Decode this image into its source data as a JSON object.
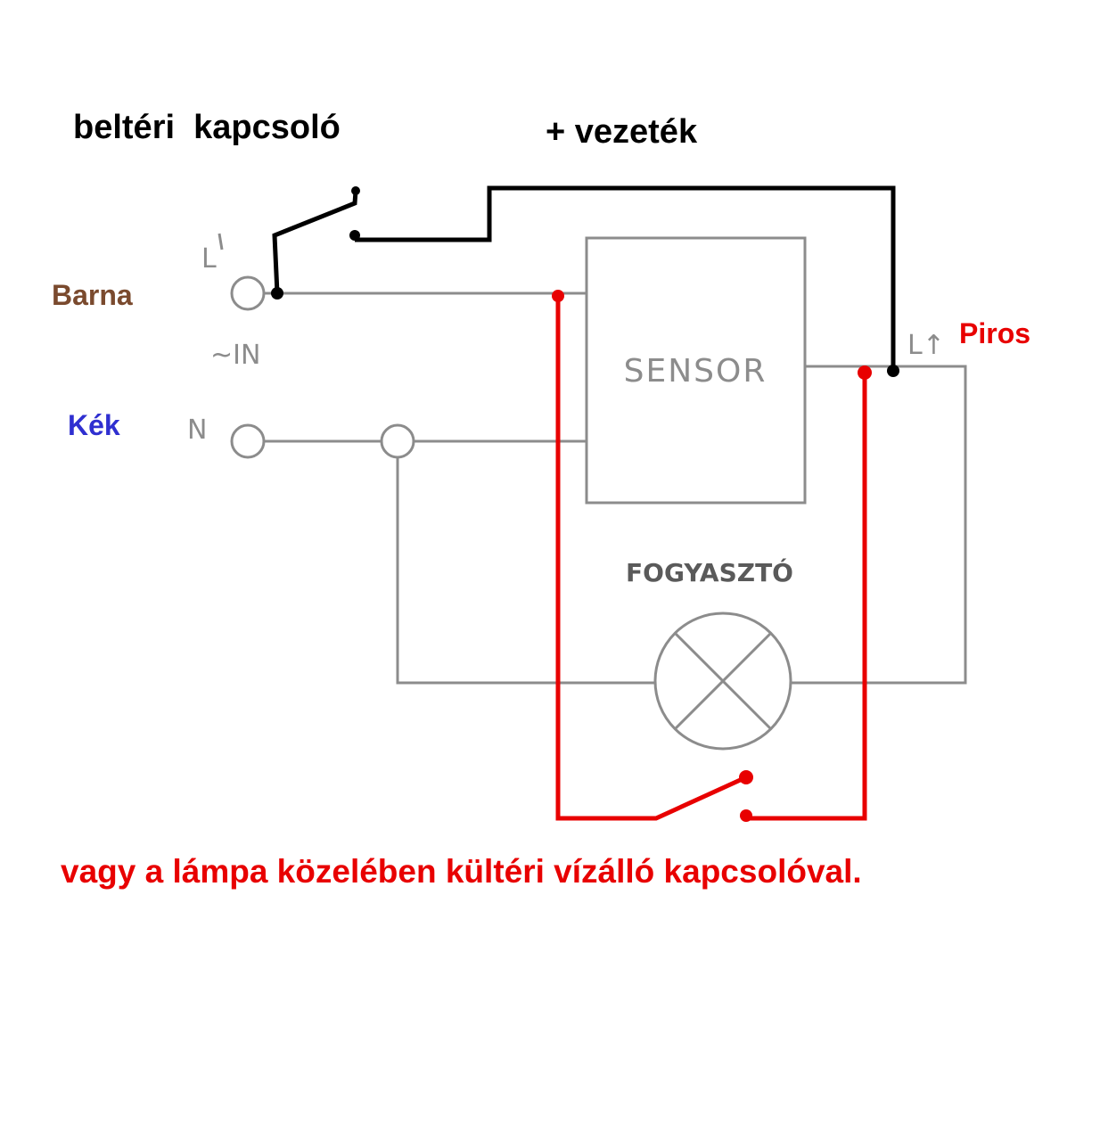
{
  "header": {
    "indoor_switch_label": "beltéri  kapcsoló",
    "plus_wire_label": "+ vezeték"
  },
  "terminals": {
    "barna": "Barna",
    "kek": "Kék",
    "piros": "Piros",
    "l_in": "L",
    "in_marker": "~IN",
    "n": "N",
    "l_out": "L↑"
  },
  "sensor": {
    "label": "SENSOR"
  },
  "load": {
    "label": "FOGYASZTÓ"
  },
  "note": {
    "text": "vagy a lámpa közelében kültéri vízálló kapcsolóval."
  },
  "colors": {
    "brown": "#7a4a2e",
    "blue": "#2f2fd0",
    "red": "#e80000",
    "gray": "#8c8c8c",
    "black": "#000000"
  }
}
